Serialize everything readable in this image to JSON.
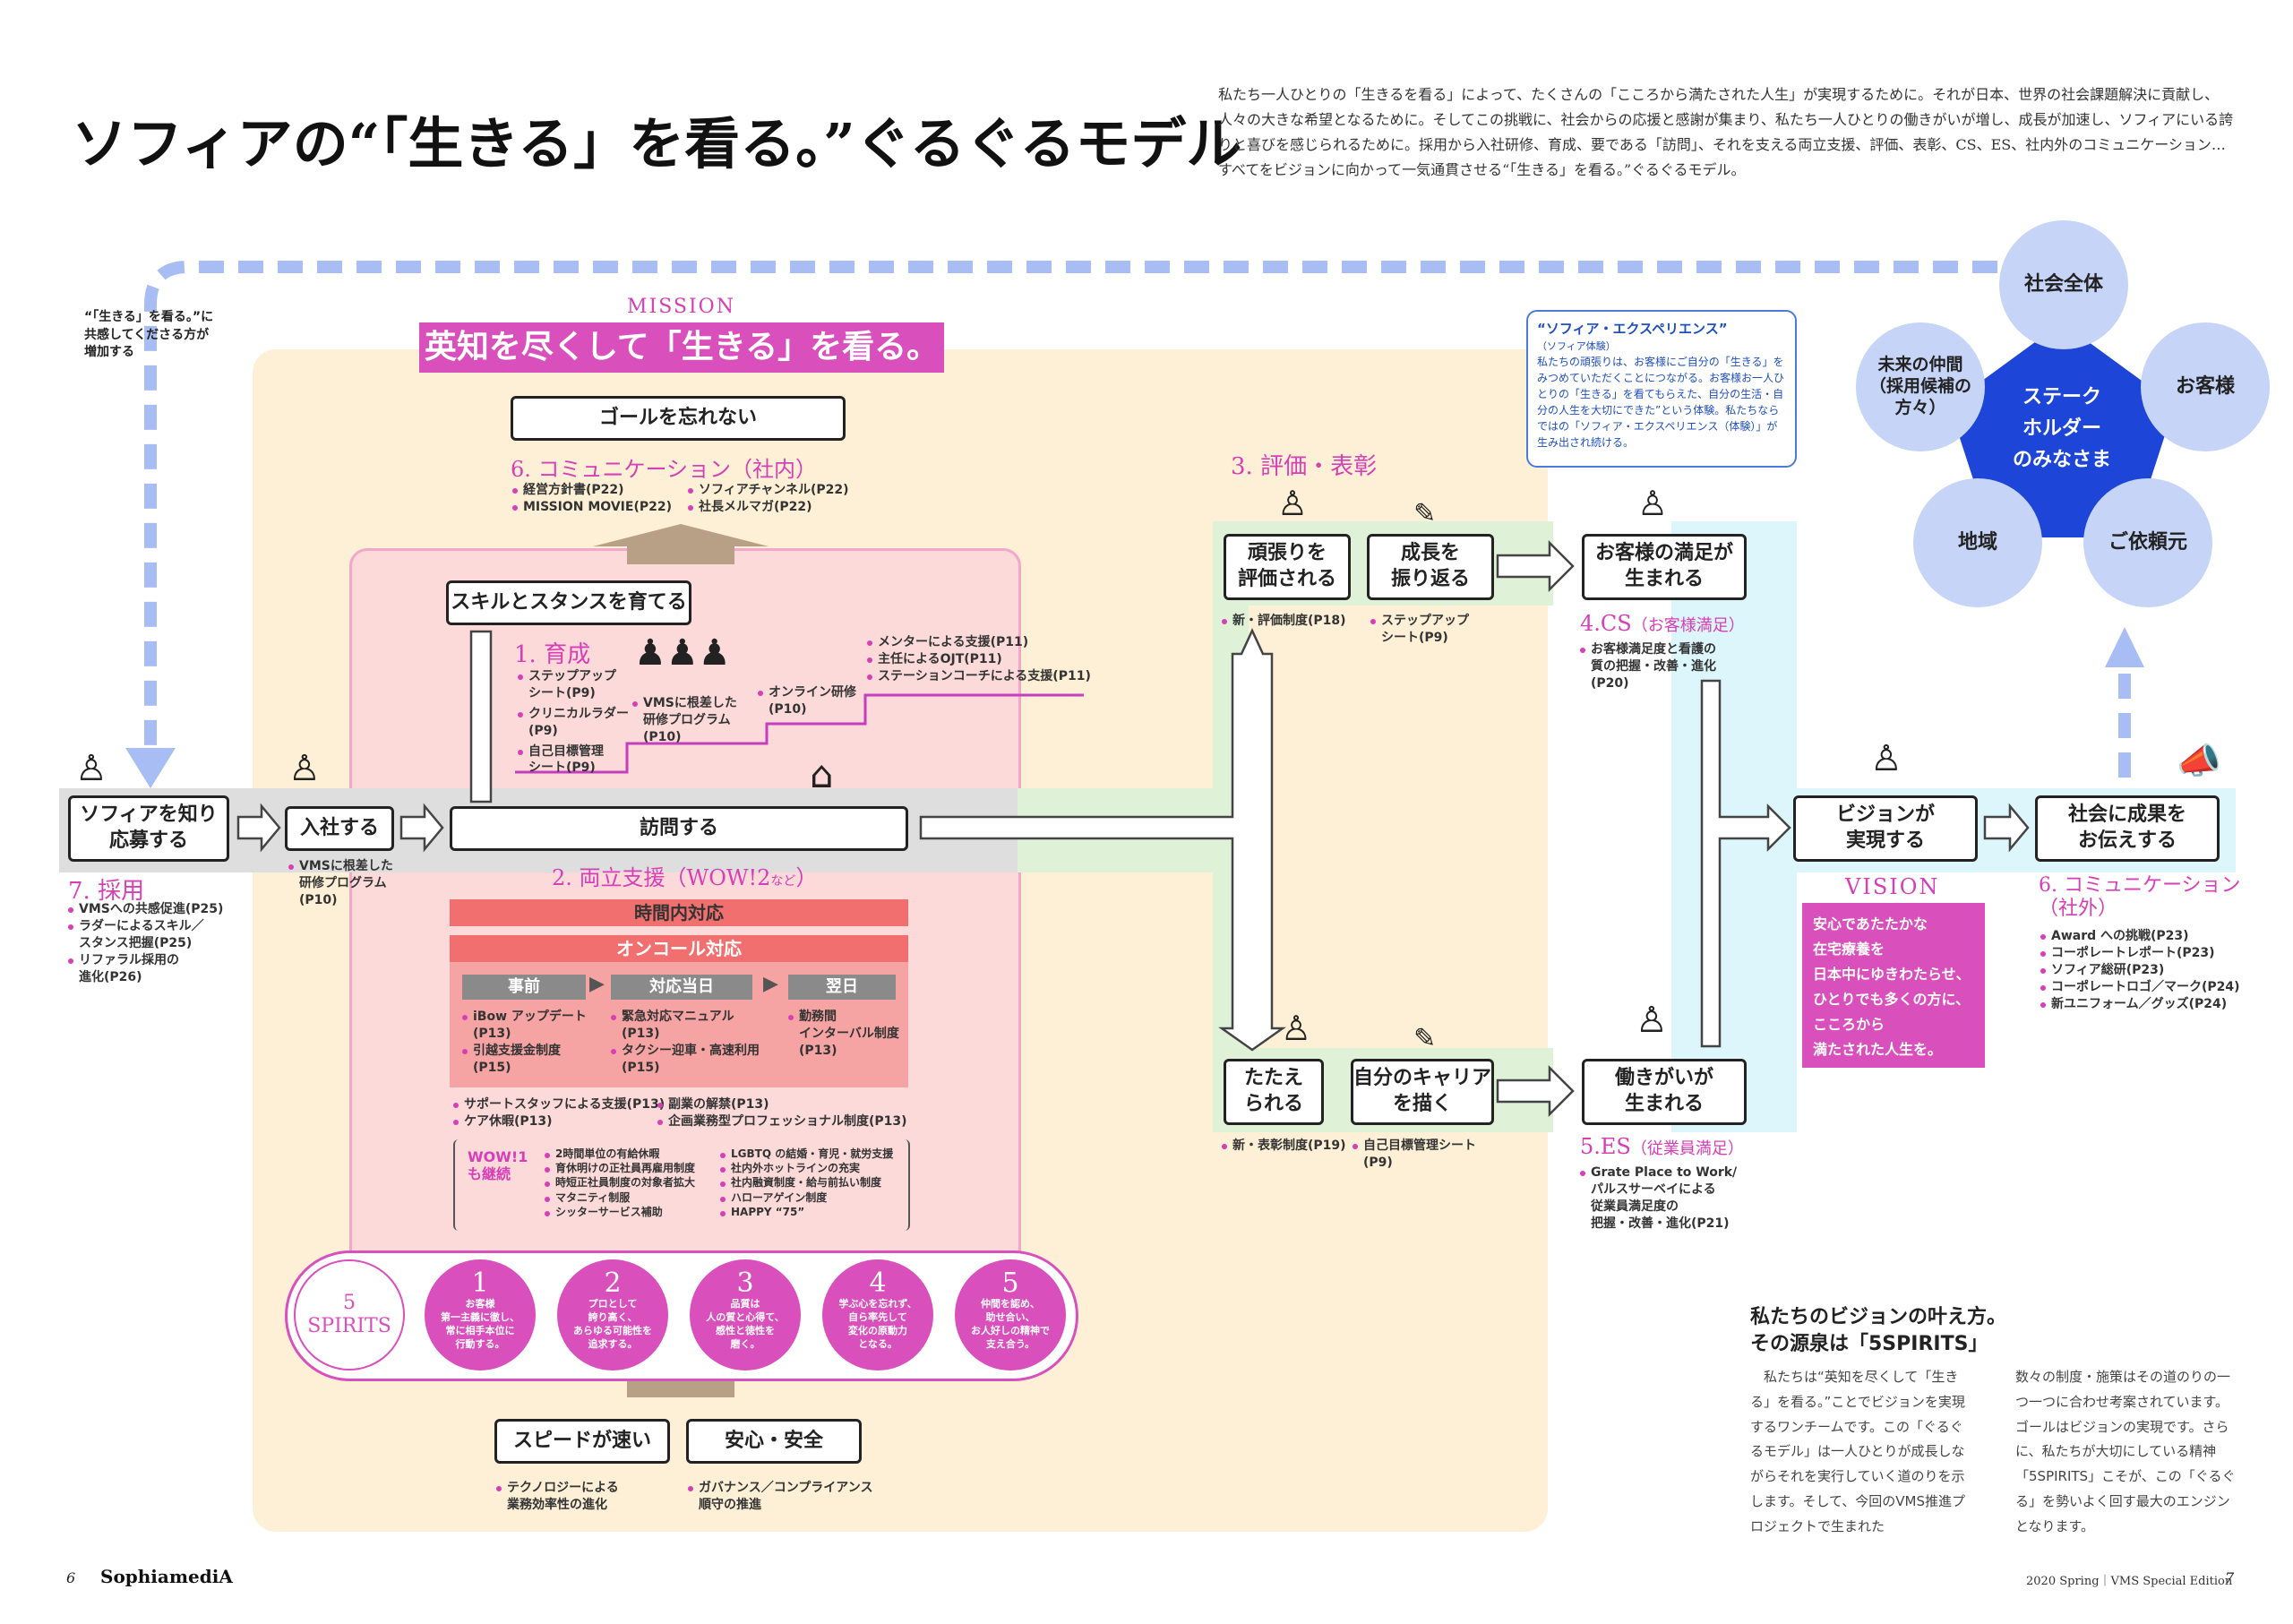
{
  "header": {
    "title": "ソフィアの“「生きる」を看る。”ぐるぐるモデル",
    "intro": "私たち一人ひとりの「生きるを看る」によって、たくさんの「こころから満たされた人生」が実現するために。それが日本、世界の社会課題解決に貢献し、人々の大きな希望となるために。そしてこの挑戦に、社会からの応援と感謝が集まり、私たち一人ひとりの働きがいが増し、成長が加速し、ソフィアにいる誇りと喜びを感じられるために。採用から入社研修、育成、要である「訪問」、それを支える両立支援、評価、表彰、CS、ES、社内外のコミュニケーション…すべてをビジョンに向かって一気通貫させる“「生きる」を看る。”ぐるぐるモデル。"
  },
  "loop_note": "“「生きる」を看る。”に\n共感してくださる方が\n増加する",
  "mission": {
    "label": "MISSION",
    "text": "英知を尽くして「生きる」を看る。"
  },
  "goal_box": "ゴールを忘れない",
  "comm_internal": {
    "title": "6. コミュニケーション（社内）",
    "items_left": [
      "経営方針書(P22)",
      "MISSION MOVIE(P22)"
    ],
    "items_right": [
      "ソフィアチャンネル(P22)",
      "社長メルマガ(P22)"
    ]
  },
  "skill_box": "スキルとスタンスを育てる",
  "ikusei": {
    "title": "1. 育成",
    "steps": [
      "ステップアップ\nシート(P9)",
      "クリニカルラダー\n(P9)",
      "自己目標管理\nシート(P9)"
    ],
    "vms": "VMSに根差した\n研修プログラム\n(P10)",
    "online": "オンライン研修\n(P10)",
    "top": [
      "メンターによる支援(P11)",
      "主任によるOJT(P11)",
      "ステーションコーチによる支援(P11)"
    ]
  },
  "main_flow": {
    "apply": "ソフィアを知り\n応募する",
    "join": "入社する",
    "visit": "訪問する",
    "vision_box": "ビジョンが\n実現する",
    "society_box": "社会に成果を\nお伝えする"
  },
  "saiyo": {
    "title": "7. 採用",
    "items": [
      "VMSへの共感促進(P25)",
      "ラダーによるスキル／\nスタンス把握(P25)",
      "リファラル採用の\n進化(P26)"
    ]
  },
  "join_note": "VMSに根差した\n研修プログラム\n(P10)",
  "ryoritsu": {
    "title": "2. 両立支援（WOW!2",
    "title_small": "など",
    "title_end": "）",
    "band1": "時間内対応",
    "band2": "オンコール対応",
    "phases": [
      "事前",
      "対応当日",
      "翌日"
    ],
    "col1": [
      "iBow アップデート\n(P13)",
      "引越支援金制度\n(P15)"
    ],
    "col2": [
      "緊急対応マニュアル\n(P13)",
      "タクシー迎車・高速利用\n(P15)"
    ],
    "col3": [
      "勤務間\nインターバル制度\n(P13)"
    ],
    "row1": [
      "サポートスタッフによる支援(P13)",
      "ケア休暇(P13)"
    ],
    "row1b": [
      "副業の解禁(P13)",
      "企画業務型プロフェッショナル制度(P13)"
    ],
    "wow_label": "WOW!1\nも継続",
    "wow_left": [
      "2時間単位の有給休暇",
      "育休明けの正社員再雇用制度",
      "時短正社員制度の対象者拡大",
      "マタニティ制服",
      "シッターサービス補助"
    ],
    "wow_right": [
      "LGBTQ の結婚・育児・就労支援",
      "社内外ホットラインの充実",
      "社内融資制度・給与前払い制度",
      "ハローアゲイン制度",
      "HAPPY “75”"
    ]
  },
  "spirits": {
    "label": "5\nSPIRITS",
    "items": [
      {
        "n": "1",
        "t": "お客様\n第一主義に徹し、\n常に相手本位に\n行動する。"
      },
      {
        "n": "2",
        "t": "プロとして\n誇り高く、\nあらゆる可能性を\n追求する。"
      },
      {
        "n": "3",
        "t": "品質は\n人の質と心得て、\n感性と徳性を\n磨く。"
      },
      {
        "n": "4",
        "t": "学ぶ心を忘れず、\n自ら率先して\n変化の原動力\nとなる。"
      },
      {
        "n": "5",
        "t": "仲間を認め、\n助せ合い、\nお人好しの精神で\n支え合う。"
      }
    ]
  },
  "bottom_boxes": [
    {
      "label": "スピードが速い",
      "note": "テクノロジーによる\n業務効率性の進化"
    },
    {
      "label": "安心・安全",
      "note": "ガバナンス／コンプライアンス\n順守の推進"
    }
  ],
  "hyoka": {
    "title": "3. 評価・表彰",
    "box1": "頑張りを\n評価される",
    "box2": "成長を\n振り返る",
    "note1": "新・評価制度(P18)",
    "note2": "ステップアップ\nシート(P9)",
    "box3": "たたえ\nられる",
    "box4": "自分のキャリア\nを描く",
    "note3": "新・表彰制度(P19)",
    "note4": "自己目標管理シート\n(P9)"
  },
  "cs": {
    "box": "お客様の満足が\n生まれる",
    "title": "4.CS",
    "title_sub": "（お客様満足）",
    "items": [
      "お客様満足度と看護の\n質の把握・改善・進化\n(P20)"
    ]
  },
  "es": {
    "box": "働きがいが\n生まれる",
    "title": "5.ES",
    "title_sub": "（従業員満足）",
    "items": [
      "Grate Place to Work/\nパルスサーベイによる\n従業員満足度の\n把握・改善・進化(P21)"
    ]
  },
  "sophia_exp": {
    "title": "“ソフィア・エクスペリエンス”",
    "sub": "（ソフィア体験）",
    "body": "私たちの頑張りは、お客様にご自分の「生きる」をみつめていただくことにつながる。お客様お一人ひとりの「生きる」を看てもらえた、自分の生活・自分の人生を大切にできた”という体験。私たちならではの「ソフィア・エクスペリエンス（体験）」が生み出され続ける。"
  },
  "vision": {
    "label": "VISION",
    "text": "安心であたたかな\n在宅療養を\n日本中にゆきわたらせ、\nひとりでも多くの方に、\nこころから\n満たされた人生を。"
  },
  "comm_external": {
    "title": "6. コミュニケーション\n（社外）",
    "items": [
      "Award への挑戦(P23)",
      "コーポレートレポート(P23)",
      "ソフィア総研(P23)",
      "コーポレートロゴ／マーク(P24)",
      "新ユニフォーム／グッズ(P24)"
    ]
  },
  "stakeholders": {
    "center": "ステーク\nホルダー\nのみなさま",
    "items": [
      "社会全体",
      "お客様",
      "ご依頼元",
      "地域",
      "未来の仲間\n（採用候補の\n方々）"
    ]
  },
  "closing": {
    "title": "私たちのビジョンの叶え方。\nその源泉は「5SPIRITS」",
    "col1": "私たちは“英知を尽くして「生きる」を看る。”ことでビジョンを実現するワンチームです。この「ぐるぐるモデル」は一人ひとりが成長しながらそれを実行していく道のりを示します。そして、今回のVMS推進プロジェクトで生まれた",
    "col2": "数々の制度・施策はその道のりの一つ一つに合わせ考案されています。ゴールはビジョンの実現です。さらに、私たちが大切にしている精神「5SPIRITS」こそが、この「ぐるぐる」を勢いよく回す最大のエンジンとなります。"
  },
  "footer": {
    "page_left": "6",
    "logo": "SophiamediA",
    "right": "2020 Spring｜VMS Special Edition",
    "page_right": "7"
  },
  "colors": {
    "pink": "#d63fb5",
    "blue_loop": "#a9bdf5",
    "cream": "#fdf0d6",
    "pink_area": "#fcdada",
    "green": "#dff2d8",
    "cyan": "#dcf6fb",
    "salmon": "#f28478",
    "blue_pent": "#1d45d8"
  }
}
